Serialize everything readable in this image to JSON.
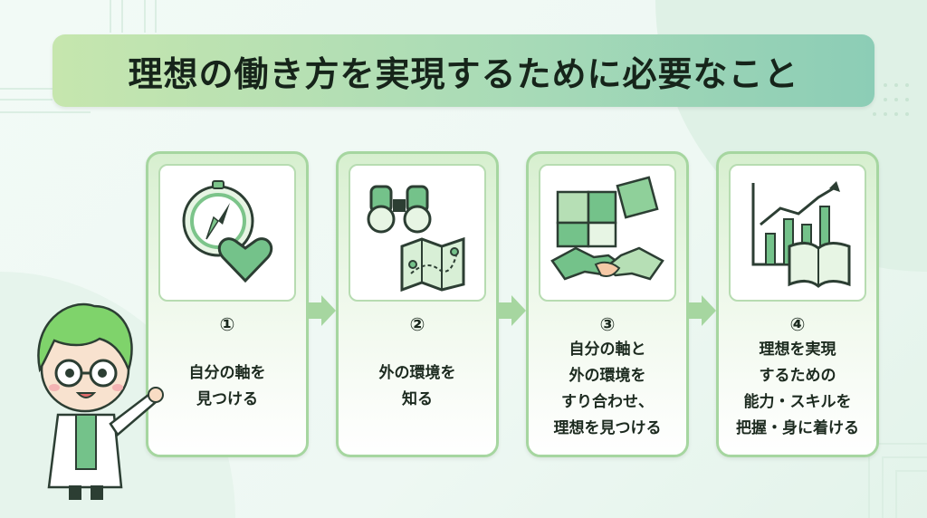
{
  "title": "理想の働き方を実現するために必要なこと",
  "steps": [
    {
      "number": "①",
      "lines": [
        "自分の軸を",
        "見つける"
      ],
      "icon": "compass-heart-icon"
    },
    {
      "number": "②",
      "lines": [
        "外の環境を",
        "知る"
      ],
      "icon": "binoculars-map-icon"
    },
    {
      "number": "③",
      "lines": [
        "自分の軸と",
        "外の環境を",
        "すり合わせ、",
        "理想を見つける"
      ],
      "icon": "puzzle-handshake-icon"
    },
    {
      "number": "④",
      "lines": [
        "理想を実現",
        "するための",
        "能力・スキルを",
        "把握・身に着ける"
      ],
      "icon": "chart-book-icon"
    }
  ],
  "colors": {
    "accent": "#7cc48a",
    "card_border": "#a6d6a0",
    "dark_green": "#2f6b47"
  }
}
